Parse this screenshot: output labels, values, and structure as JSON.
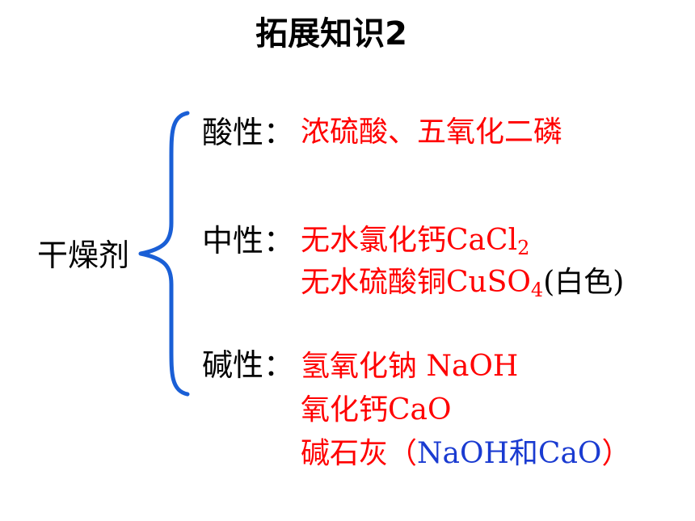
{
  "title": "拓展知识2",
  "root": "干燥剂",
  "colors": {
    "highlight": "#ff0000",
    "note": "#1a3bd1",
    "brace": "#1a5fd6",
    "text": "#000000"
  },
  "acidic": {
    "label": "酸性：",
    "items": [
      "浓硫酸、五氧化二磷"
    ]
  },
  "neutral": {
    "label": "中性：",
    "item1": {
      "name": "无水氯化钙",
      "formula": "CaCl",
      "sub": "2"
    },
    "item2": {
      "name": "无水硫酸铜",
      "formula": "CuSO",
      "sub": "4",
      "note": "(白色)"
    }
  },
  "basic": {
    "label": "碱性：",
    "item1": "氢氧化钠 NaOH",
    "item2": "氧化钙CaO",
    "item3": {
      "name": "碱石灰",
      "open": "（",
      "detail": "NaOH和CaO",
      "close": "）"
    }
  }
}
